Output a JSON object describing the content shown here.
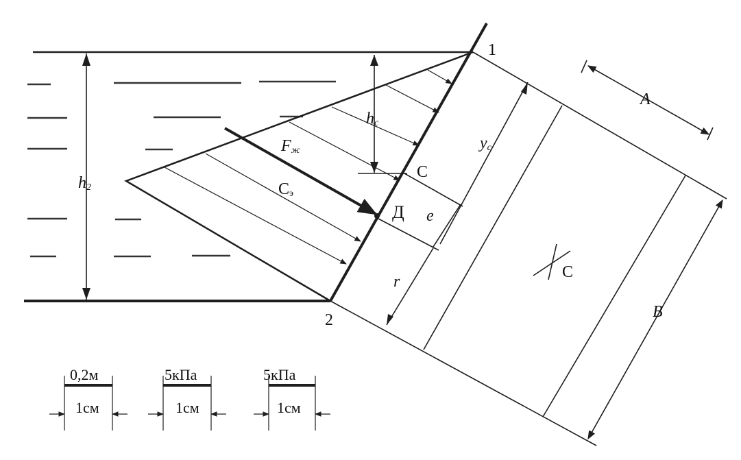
{
  "points": {
    "p1": "1",
    "p2": "2"
  },
  "labels": {
    "hc": "h",
    "hc_sub": "c",
    "yc": "y",
    "yc_sub": "c",
    "h2": "h",
    "h2_sub": "2",
    "F": "F",
    "F_sub": "ж",
    "C_force": "C",
    "C_force_sub": "э",
    "C_center": "С",
    "D": "Д",
    "e": "e",
    "r": "r",
    "A": "A",
    "B": "B",
    "C_plate": "С"
  },
  "scale_bars": [
    {
      "top": "0,2м",
      "bottom": "1см"
    },
    {
      "top": "5кПа",
      "bottom": "1см"
    },
    {
      "top": "5кПа",
      "bottom": "1см"
    }
  ],
  "colors": {
    "ink": "#1e1e1e",
    "background": "#ffffff"
  }
}
